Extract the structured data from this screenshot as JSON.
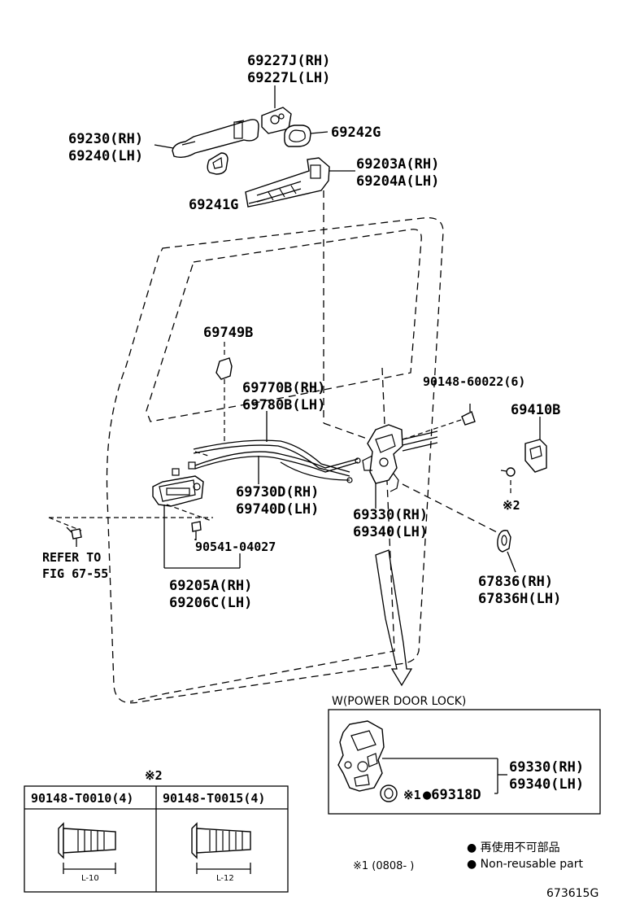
{
  "labels": {
    "p69227": [
      "69227J(RH)",
      "69227L(LH)"
    ],
    "p69230": [
      "69230(RH)",
      "69240(LH)"
    ],
    "p69242": "69242G",
    "p69203": [
      "69203A(RH)",
      "69204A(LH)"
    ],
    "p69241": "69241G",
    "p69749": "69749B",
    "p90148_60022": "90148-60022(6)",
    "p69410": "69410B",
    "p69770": [
      "69770B(RH)",
      "69780B(LH)"
    ],
    "p69730": [
      "69730D(RH)",
      "69740D(LH)"
    ],
    "p69330": [
      "69330(RH)",
      "69340(LH)"
    ],
    "p90541": "90541-04027",
    "refer": [
      "REFER TO",
      "FIG 67-55"
    ],
    "p69205": [
      "69205A(RH)",
      "69206C(LH)"
    ],
    "p67836": [
      "67836(RH)",
      "67836H(LH)"
    ],
    "mark2": "※2"
  },
  "inset": {
    "title": "W(POWER DOOR LOCK)",
    "part": [
      "69330(RH)",
      "69340(LH)"
    ],
    "mark1": "※1",
    "part_motor": "●69318D"
  },
  "screws": {
    "mark": "※2",
    "items": [
      {
        "part": "90148-T0010(4)",
        "length": "L-10"
      },
      {
        "part": "90148-T0015(4)",
        "length": "L-12"
      }
    ]
  },
  "legend": {
    "jp": "● 再使用不可部品",
    "en": "● Non-reusable part",
    "note1": "※1  (0808-      )"
  },
  "figure_id": "673615G"
}
